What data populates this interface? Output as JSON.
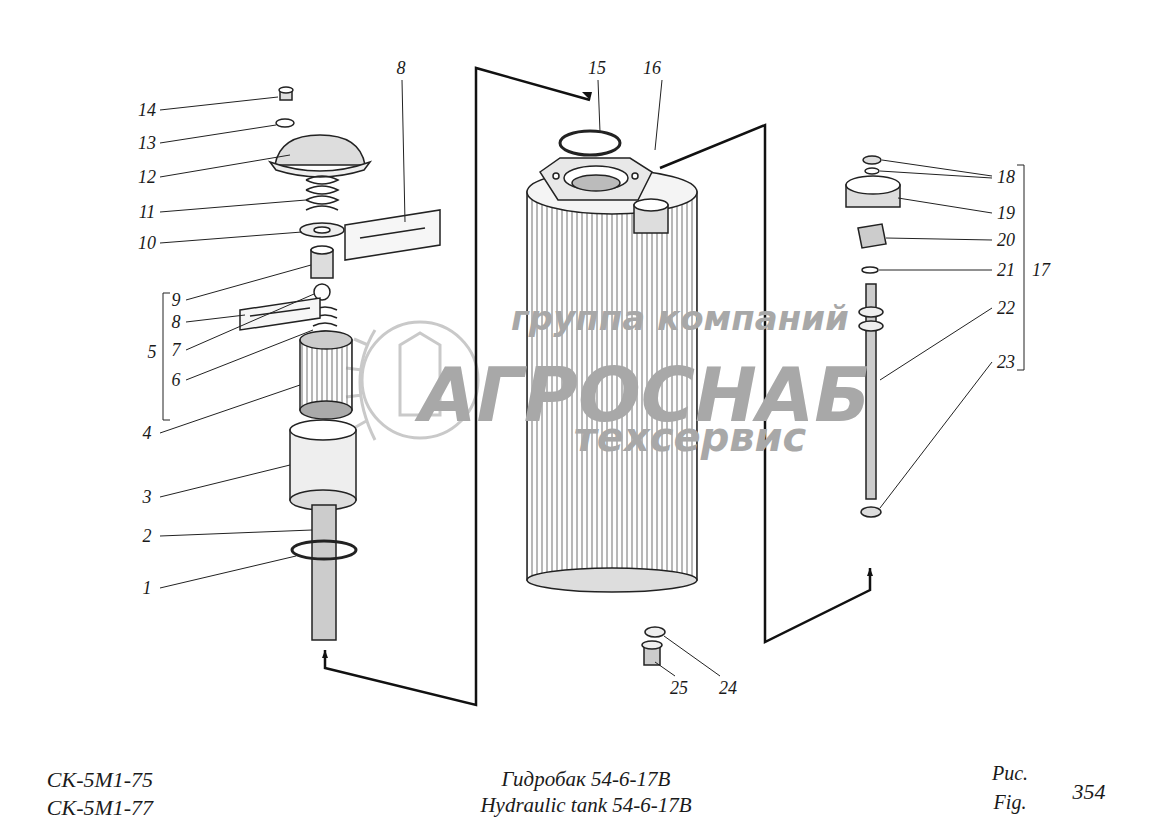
{
  "diagram": {
    "title": "Гидробак 54-6-17В",
    "labels": [
      "группа компаний",
      "АГРОСНАБ",
      "техсервис",
      "8",
      "14",
      "13",
      "12",
      "11",
      "10",
      "9",
      "8",
      "7",
      "6",
      "5",
      "4",
      "3",
      "2",
      "1",
      "15",
      "16",
      "18",
      "19",
      "20",
      "21",
      "17",
      "22",
      "23",
      "25",
      "24",
      "СК-5М1-75",
      "СК-5М1-77",
      "Hydraulic tank 54-6-17B",
      "Рис.",
      "Fig.",
      "354"
    ]
  }
}
